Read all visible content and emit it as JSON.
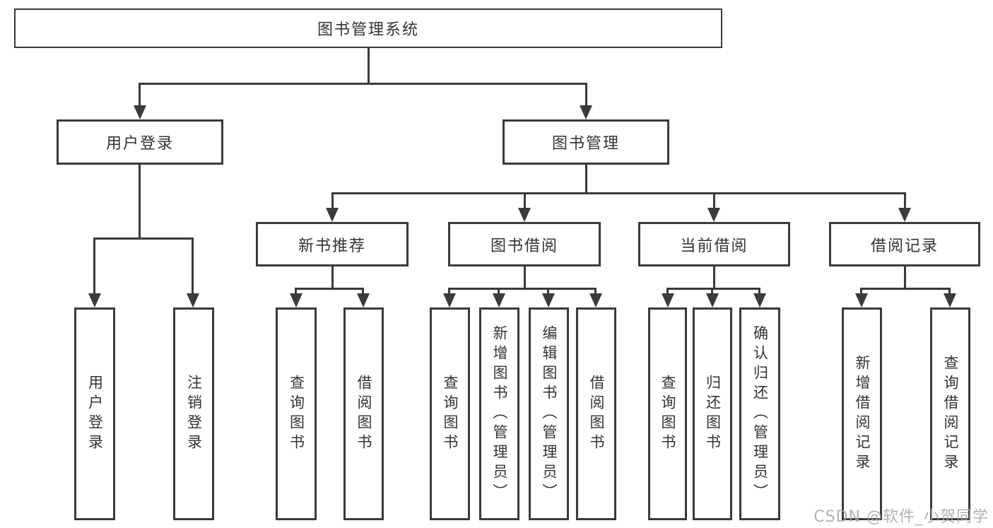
{
  "title": "图书管理系统",
  "nodes": {
    "root": "图书管理系统",
    "l2": [
      "用户登录",
      "图书管理"
    ],
    "l3": [
      "新书推荐",
      "图书借阅",
      "当前借阅",
      "借阅记录"
    ],
    "leaves": [
      "用户登录",
      "注销登录",
      "查询图书",
      "借阅图书",
      "查询图书",
      "新增图书（管理员）",
      "编辑图书（管理员）",
      "借阅图书",
      "查询图书",
      "归还图书",
      "确认归还（管理员）",
      "新增借阅记录",
      "查询借阅记录"
    ]
  },
  "hierarchy": {
    "图书管理系统": [
      "用户登录",
      "图书管理"
    ],
    "用户登录": [
      "用户登录",
      "注销登录"
    ],
    "图书管理": [
      "新书推荐",
      "图书借阅",
      "当前借阅",
      "借阅记录"
    ],
    "新书推荐": [
      "查询图书",
      "借阅图书"
    ],
    "图书借阅": [
      "查询图书",
      "新增图书（管理员）",
      "编辑图书（管理员）",
      "借阅图书"
    ],
    "当前借阅": [
      "查询图书",
      "归还图书",
      "确认归还（管理员）"
    ],
    "借阅记录": [
      "新增借阅记录",
      "查询借阅记录"
    ]
  },
  "watermark": "CSDN @软件_小贺同学",
  "colors": {
    "line": "#3a3a3a",
    "text": "#333333",
    "background": "#ffffff",
    "watermark": "#a5a5a5"
  }
}
